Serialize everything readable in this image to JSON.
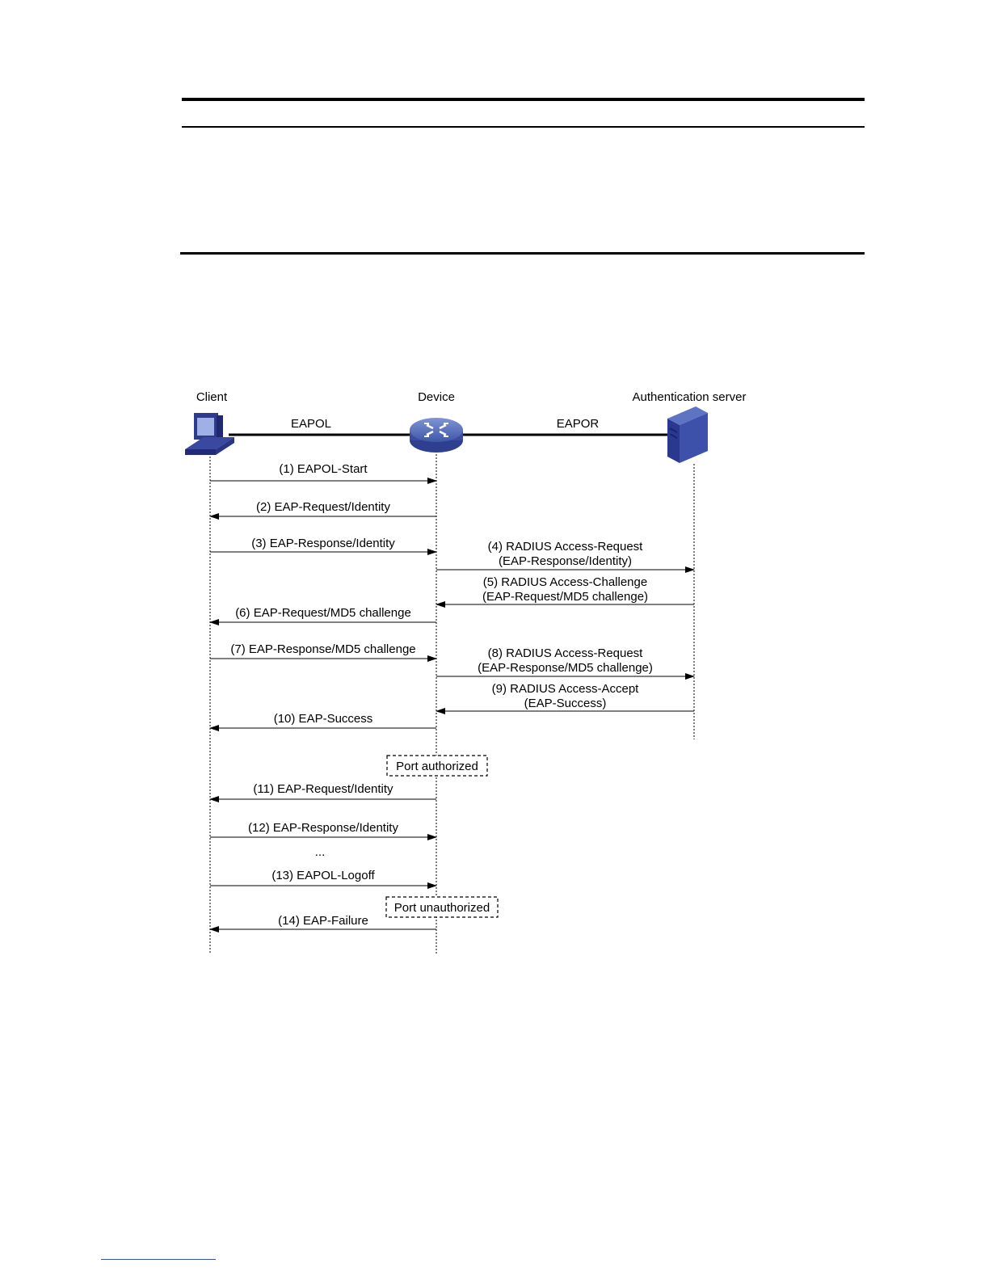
{
  "entities": {
    "client": "Client",
    "device": "Device",
    "server": "Authentication server"
  },
  "links": {
    "client_device": "EAPOL",
    "device_server": "EAPOR"
  },
  "messages": [
    {
      "id": "m1",
      "lines": [
        "(1) EAPOL-Start"
      ]
    },
    {
      "id": "m2",
      "lines": [
        "(2) EAP-Request/Identity"
      ]
    },
    {
      "id": "m3",
      "lines": [
        "(3) EAP-Response/Identity"
      ]
    },
    {
      "id": "m4",
      "lines": [
        "(4) RADIUS Access-Request",
        "(EAP-Response/Identity)"
      ]
    },
    {
      "id": "m5",
      "lines": [
        "(5) RADIUS Access-Challenge",
        "(EAP-Request/MD5 challenge)"
      ]
    },
    {
      "id": "m6",
      "lines": [
        "(6) EAP-Request/MD5 challenge"
      ]
    },
    {
      "id": "m7",
      "lines": [
        "(7) EAP-Response/MD5 challenge"
      ]
    },
    {
      "id": "m8",
      "lines": [
        "(8) RADIUS Access-Request",
        "(EAP-Response/MD5 challenge)"
      ]
    },
    {
      "id": "m9",
      "lines": [
        "(9) RADIUS Access-Accept",
        "(EAP-Success)"
      ]
    },
    {
      "id": "m10",
      "lines": [
        "(10) EAP-Success"
      ]
    },
    {
      "id": "m11",
      "lines": [
        "(11) EAP-Request/Identity"
      ]
    },
    {
      "id": "m12",
      "lines": [
        "(12) EAP-Response/Identity"
      ]
    },
    {
      "id": "m13",
      "lines": [
        "(13) EAPOL-Logoff"
      ]
    },
    {
      "id": "m14",
      "lines": [
        "(14) EAP-Failure"
      ]
    }
  ],
  "states": {
    "port_authorized": "Port authorized",
    "port_unauthorized": "Port unauthorized"
  },
  "ellipsis": "...",
  "colors": {
    "line": "#000000",
    "icon_blue": "#2f3a8f",
    "icon_light": "#6f86c9",
    "footnote_rule": "#3a4fb5"
  }
}
